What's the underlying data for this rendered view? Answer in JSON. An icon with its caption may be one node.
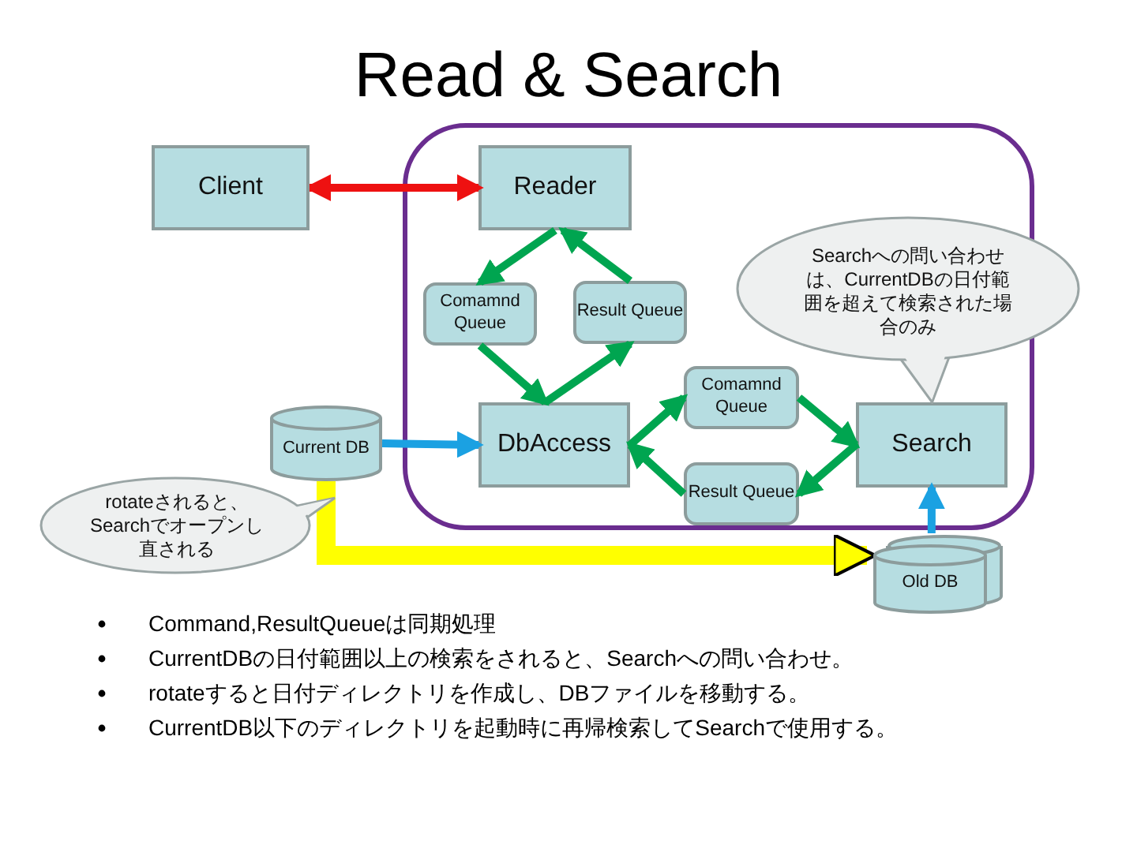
{
  "diagram": {
    "title": "Read & Search",
    "nodes": [
      {
        "text": [],
        "shape": "box"
      },
      {
        "text": [
          "Client"
        ]
      },
      {
        "text": [
          "Reader"
        ],
        "in": 0
      },
      {
        "text": [
          "Comamnd Queue"
        ],
        "in": 0
      },
      {
        "text": [
          "Result Queue"
        ],
        "in": 0
      },
      {
        "text": [
          "Searchへの問い合わせは、CurrentDBの日付範囲を超えて検索された場合のみ"
        ]
      },
      {
        "text": [
          "DbAccess"
        ],
        "in": 0
      },
      {
        "text": [
          "Comamnd Queue"
        ],
        "in": 0
      },
      {
        "text": [
          "Result Queue"
        ],
        "in": 0
      },
      {
        "text": [
          "Search"
        ],
        "in": 0
      },
      {
        "text": [
          "Current DB"
        ]
      },
      {
        "text": [
          "rotateされると、Searchでオープンし直される"
        ]
      },
      {
        "text": [
          "Old DB"
        ]
      }
    ],
    "edges": [
      {
        "from": 1,
        "to": 2,
        "arrow": "both",
        "color": "#ee1111"
      },
      {
        "from": 2,
        "to": 3,
        "arrow": "to"
      },
      {
        "from": 4,
        "to": 2,
        "arrow": "to"
      },
      {
        "from": 3,
        "to": 6,
        "arrow": "to"
      },
      {
        "from": 6,
        "to": 4,
        "arrow": "to"
      },
      {
        "from": 6,
        "to": 7,
        "arrow": "to"
      },
      {
        "from": 7,
        "to": 9,
        "arrow": "to"
      },
      {
        "from": 9,
        "to": 8,
        "arrow": "to"
      },
      {
        "from": 8,
        "to": 6,
        "arrow": "to"
      },
      {
        "from": 10,
        "to": 6,
        "arrow": "to",
        "color": "#1ba1e2"
      },
      {
        "from": 12,
        "to": 9,
        "arrow": "to",
        "color": "#1ba1e2"
      },
      {
        "from": 10,
        "to": 12,
        "arrow": "to",
        "style": "thick",
        "color": "#ffff00"
      }
    ],
    "labels": [
      "Command,ResultQueueは同期処理",
      "CurrentDBの日付範囲以上の検索をされると、Searchへの問い合わせ。",
      "rotateすると日付ディレクトリを作成し、DBファイルを移動する。",
      "CurrentDB以下のディレクトリを起動時に再帰検索してSearchで使用する。"
    ]
  }
}
